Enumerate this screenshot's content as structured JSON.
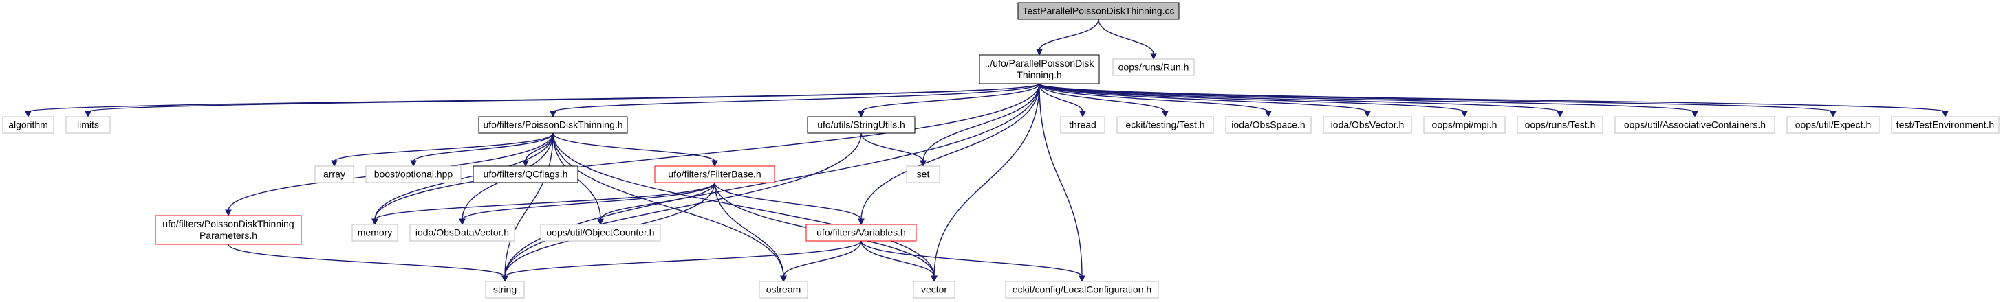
{
  "nodes": [
    {
      "id": "root",
      "lines": [
        "TestParallelPoissonDiskThinning.cc"
      ],
      "style": "root"
    },
    {
      "id": "ppdt",
      "lines": [
        "../ufo/ParallelPoissonDisk",
        "Thinning.h"
      ],
      "style": "black"
    },
    {
      "id": "run",
      "lines": [
        "oops/runs/Run.h"
      ],
      "style": "gray"
    },
    {
      "id": "algorithm",
      "lines": [
        "algorithm"
      ],
      "style": "gray"
    },
    {
      "id": "limits",
      "lines": [
        "limits"
      ],
      "style": "gray"
    },
    {
      "id": "pdt",
      "lines": [
        "ufo/filters/PoissonDiskThinning.h"
      ],
      "style": "black"
    },
    {
      "id": "strutils",
      "lines": [
        "ufo/utils/StringUtils.h"
      ],
      "style": "black"
    },
    {
      "id": "thread",
      "lines": [
        "thread"
      ],
      "style": "gray"
    },
    {
      "id": "ecktest",
      "lines": [
        "eckit/testing/Test.h"
      ],
      "style": "gray"
    },
    {
      "id": "obsspace",
      "lines": [
        "ioda/ObsSpace.h"
      ],
      "style": "gray"
    },
    {
      "id": "obsvector",
      "lines": [
        "ioda/ObsVector.h"
      ],
      "style": "gray"
    },
    {
      "id": "mpi",
      "lines": [
        "oops/mpi/mpi.h"
      ],
      "style": "gray"
    },
    {
      "id": "oopstest",
      "lines": [
        "oops/runs/Test.h"
      ],
      "style": "gray"
    },
    {
      "id": "assoc",
      "lines": [
        "oops/util/AssociativeContainers.h"
      ],
      "style": "gray"
    },
    {
      "id": "expect",
      "lines": [
        "oops/util/Expect.h"
      ],
      "style": "gray"
    },
    {
      "id": "testenv",
      "lines": [
        "test/TestEnvironment.h"
      ],
      "style": "gray"
    },
    {
      "id": "array",
      "lines": [
        "array"
      ],
      "style": "gray"
    },
    {
      "id": "optional",
      "lines": [
        "boost/optional.hpp"
      ],
      "style": "gray"
    },
    {
      "id": "qcflags",
      "lines": [
        "ufo/filters/QCflags.h"
      ],
      "style": "black"
    },
    {
      "id": "filterbase",
      "lines": [
        "ufo/filters/FilterBase.h"
      ],
      "style": "red"
    },
    {
      "id": "set",
      "lines": [
        "set"
      ],
      "style": "gray"
    },
    {
      "id": "pdtparams",
      "lines": [
        "ufo/filters/PoissonDiskThinning",
        "Parameters.h"
      ],
      "style": "red"
    },
    {
      "id": "memory",
      "lines": [
        "memory"
      ],
      "style": "gray"
    },
    {
      "id": "obsdatavector",
      "lines": [
        "ioda/ObsDataVector.h"
      ],
      "style": "gray"
    },
    {
      "id": "objcounter",
      "lines": [
        "oops/util/ObjectCounter.h"
      ],
      "style": "gray"
    },
    {
      "id": "variables",
      "lines": [
        "ufo/filters/Variables.h"
      ],
      "style": "red"
    },
    {
      "id": "string",
      "lines": [
        "string"
      ],
      "style": "gray"
    },
    {
      "id": "ostream",
      "lines": [
        "ostream"
      ],
      "style": "gray"
    },
    {
      "id": "vector",
      "lines": [
        "vector"
      ],
      "style": "gray"
    },
    {
      "id": "localconf",
      "lines": [
        "eckit/config/LocalConfiguration.h"
      ],
      "style": "gray"
    }
  ],
  "edges": [
    [
      "root",
      "ppdt"
    ],
    [
      "root",
      "run"
    ],
    [
      "ppdt",
      "algorithm"
    ],
    [
      "ppdt",
      "limits"
    ],
    [
      "ppdt",
      "pdt"
    ],
    [
      "ppdt",
      "strutils"
    ],
    [
      "ppdt",
      "thread"
    ],
    [
      "ppdt",
      "ecktest"
    ],
    [
      "ppdt",
      "obsspace"
    ],
    [
      "ppdt",
      "obsvector"
    ],
    [
      "ppdt",
      "mpi"
    ],
    [
      "ppdt",
      "oopstest"
    ],
    [
      "ppdt",
      "assoc"
    ],
    [
      "ppdt",
      "expect"
    ],
    [
      "ppdt",
      "testenv"
    ],
    [
      "ppdt",
      "set"
    ],
    [
      "ppdt",
      "string"
    ],
    [
      "ppdt",
      "memory"
    ],
    [
      "ppdt",
      "vector"
    ],
    [
      "ppdt",
      "localconf"
    ],
    [
      "ppdt",
      "variables"
    ],
    [
      "pdt",
      "array"
    ],
    [
      "pdt",
      "optional"
    ],
    [
      "pdt",
      "qcflags"
    ],
    [
      "pdt",
      "filterbase"
    ],
    [
      "pdt",
      "pdtparams"
    ],
    [
      "pdt",
      "memory"
    ],
    [
      "pdt",
      "obsdatavector"
    ],
    [
      "pdt",
      "objcounter"
    ],
    [
      "pdt",
      "string"
    ],
    [
      "pdt",
      "ostream"
    ],
    [
      "pdt",
      "vector"
    ],
    [
      "strutils",
      "set"
    ],
    [
      "strutils",
      "string"
    ],
    [
      "filterbase",
      "memory"
    ],
    [
      "filterbase",
      "obsdatavector"
    ],
    [
      "filterbase",
      "objcounter"
    ],
    [
      "filterbase",
      "variables"
    ],
    [
      "filterbase",
      "string"
    ],
    [
      "filterbase",
      "ostream"
    ],
    [
      "filterbase",
      "vector"
    ],
    [
      "variables",
      "string"
    ],
    [
      "variables",
      "ostream"
    ],
    [
      "variables",
      "vector"
    ],
    [
      "variables",
      "localconf"
    ],
    [
      "pdtparams",
      "string"
    ]
  ]
}
